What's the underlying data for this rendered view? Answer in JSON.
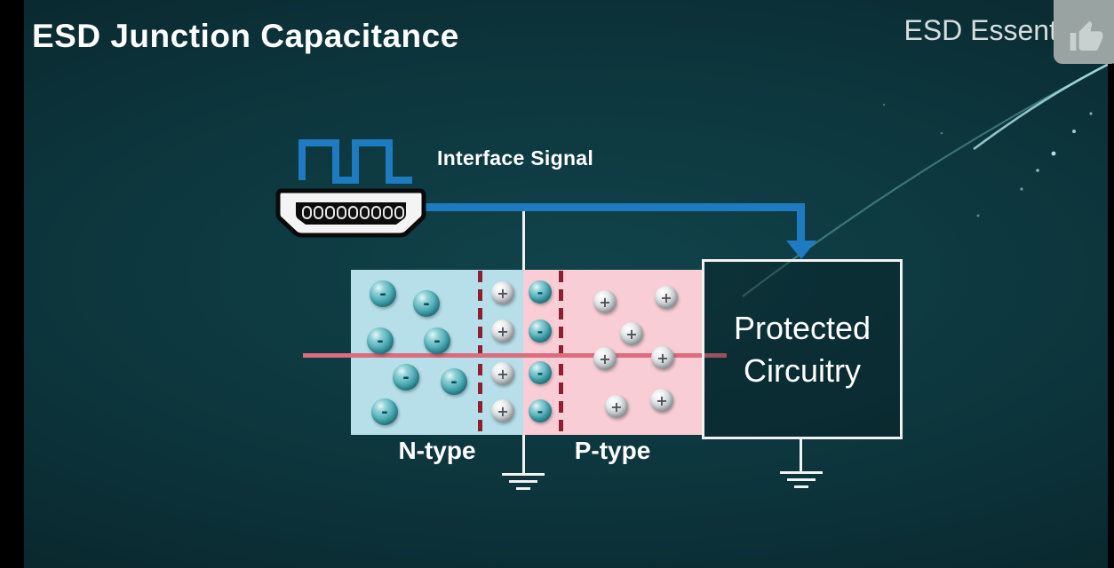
{
  "page": {
    "title": "ESD Junction Capacitance",
    "brand": "ESD Essentials"
  },
  "signal": {
    "label": "Interface Signal"
  },
  "junction": {
    "n_label": "N-type",
    "p_label": "P-type",
    "minus": "-",
    "plus": "+"
  },
  "protected": {
    "line1": "Protected",
    "line2": "Circuitry"
  },
  "colors": {
    "signal_blue": "#1e7bc0",
    "n_region_fill": "#b6dfea",
    "p_region_fill": "#f8cdd6",
    "depletion_dash_red": "#8c2030",
    "bias_line_pink": "#db6d7e",
    "background_teal": "#0c333a",
    "text_white": "#ffffff"
  },
  "icons": {
    "thumbs_up": "thumbs-up-icon",
    "hdmi": "hdmi-connector-icon",
    "square_wave": "square-wave-icon",
    "ground": "ground-symbol",
    "arrow": "arrow-down"
  }
}
